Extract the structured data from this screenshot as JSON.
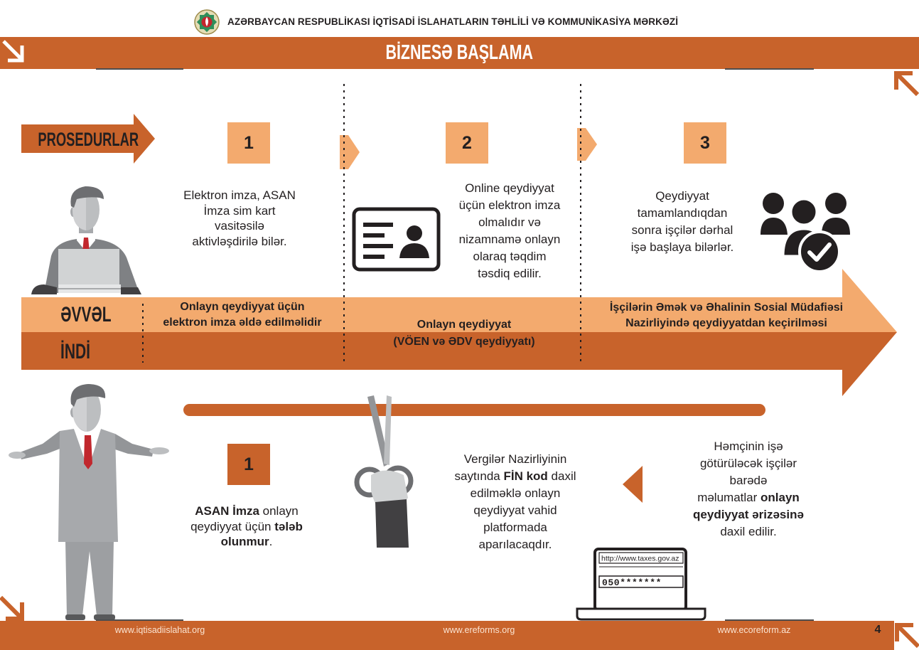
{
  "header": {
    "org_title": "AZƏRBAYCAN RESPUBLİKASI İQTİSADİ İSLAHATLARIN TƏHLİLİ VƏ KOMMUNİKASİYA MƏRKƏZİ"
  },
  "banner": {
    "title": "BİZNESƏ BAŞLAMA"
  },
  "procedures": {
    "label": "PROSEDURLAR",
    "steps": [
      {
        "number": "1",
        "lines": [
          "Elektron imza, ASAN",
          "İmza sim kart",
          "vasitəsilə",
          "aktivləşdirilə bilər."
        ]
      },
      {
        "number": "2",
        "lines": [
          "Online qeydiyyat",
          "üçün elektron imza",
          "olmalıdır və",
          "nizamnamə onlayn",
          "olaraq təqdim",
          "təsdiq edilir."
        ]
      },
      {
        "number": "3",
        "lines": [
          "Qeydiyyat",
          "tamamlandıqdan",
          "sonra işçilər dərhal",
          "işə başlaya bilərlər."
        ]
      }
    ]
  },
  "timeline": {
    "before_label": "ƏVVƏL",
    "now_label": "İNDİ",
    "stage_1": [
      "Onlayn qeydiyyat üçün",
      "elektron imza əldə edilməlidir"
    ],
    "stage_2": [
      "Onlayn qeydiyyat",
      "(VÖEN və ƏDV qeydiyyatı)"
    ],
    "stage_3": [
      "İşçilərin Əmək və Əhalinin Sosial Müdafiəsi",
      "Nazirliyində qeydiyyatdan keçirilməsi"
    ]
  },
  "now": {
    "step_number": "1",
    "col_1": [
      [
        "ASAN İmza",
        " onlayn"
      ],
      [
        "qeydiyyat üçün ",
        "tələb"
      ],
      [
        "olunmur",
        "."
      ]
    ],
    "col_2": [
      [
        "Vergilər Nazirliyinin"
      ],
      [
        "saytında ",
        "FİN kod",
        " daxil"
      ],
      [
        "edilməklə onlayn"
      ],
      [
        "qeydiyyat vahid"
      ],
      [
        "platformada"
      ],
      [
        "aparılacaqdır."
      ]
    ],
    "col_3": [
      [
        "Həmçinin işə"
      ],
      [
        "götürüləcək işçilər"
      ],
      [
        "barədə"
      ],
      [
        "məlumatlar ",
        "onlayn"
      ],
      [
        "qeydiyyat ərizəsinə"
      ],
      [
        "daxil edilir."
      ]
    ],
    "laptop": {
      "url": "http://www.taxes.gov.az",
      "code": "050*******"
    }
  },
  "footer": {
    "links": [
      "www.iqtisadiislahat.org",
      "www.ereforms.org",
      "www.ecoreform.az"
    ],
    "page_number": "4"
  },
  "icons": {
    "emblem": "state-emblem-icon",
    "step_1": "person-laptop-icon",
    "step_2": "id-card-icon",
    "step_3": "team-check-icon",
    "now_person": "shrugging-person-icon",
    "now_col_2": "scissors-icon",
    "now_col_3": "laptop-icon"
  },
  "colors": {
    "accent": "#c8632b",
    "accent_light": "#f3aa6e",
    "ink": "#231f20",
    "footer_text": "#fbe4d2"
  }
}
